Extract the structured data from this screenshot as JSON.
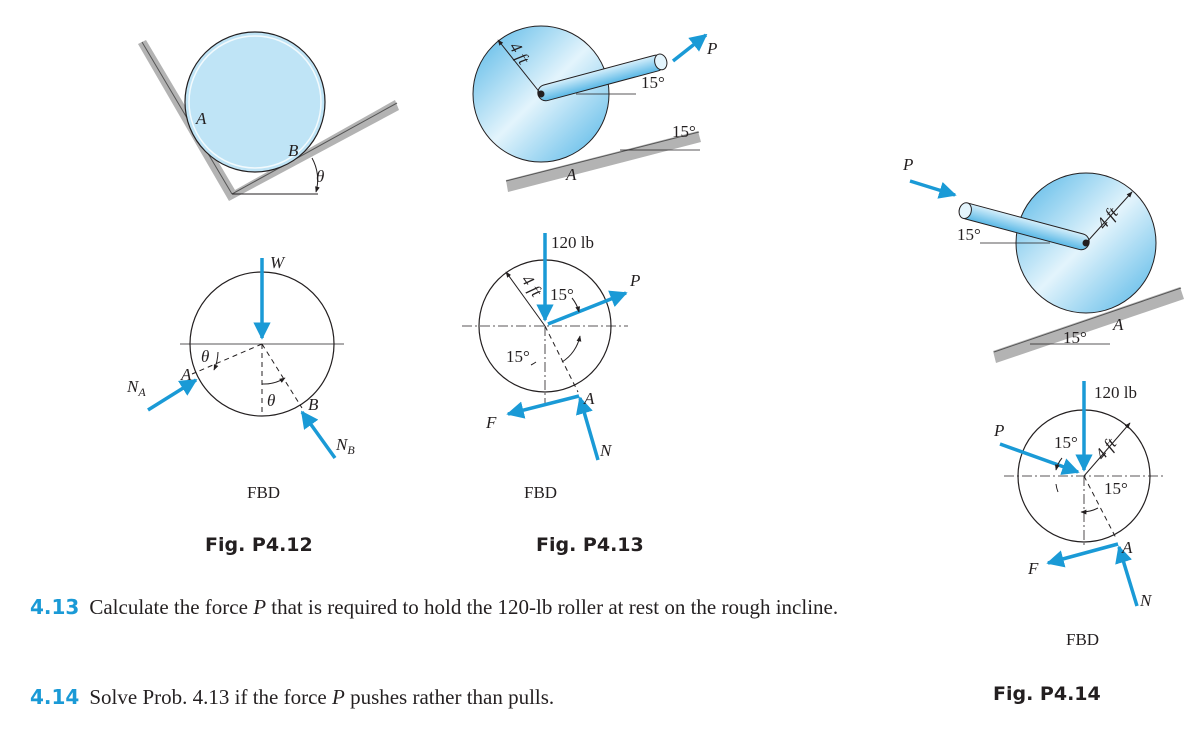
{
  "colors": {
    "accent": "#1a9ad6",
    "disk_light": "#bfe4f6",
    "disk_mid": "#7cc8ec",
    "ground": "#b3b3b3",
    "ink": "#231f20"
  },
  "fig412": {
    "caption": "Fig. P4.12",
    "fbd_label": "FBD",
    "labels": {
      "A_top": "A",
      "B_top": "B",
      "theta_top": "θ",
      "W": "W",
      "A_fbd": "A",
      "B_fbd": "B",
      "theta_1": "θ",
      "theta_2": "θ",
      "NA": "N",
      "NA_sub": "A",
      "NB": "N",
      "NB_sub": "B"
    }
  },
  "fig413": {
    "caption": "Fig. P4.13",
    "fbd_label": "FBD",
    "labels": {
      "dim_top": "4 ft",
      "P_top": "P",
      "ang1_top": "15°",
      "ang2_top": "15°",
      "A_top": "A",
      "weight": "120 lb",
      "dim_fbd": "4 ft",
      "ang_fbd_1": "15°",
      "P_fbd": "P",
      "ang_fbd_2": "15°",
      "A_fbd": "A",
      "F": "F",
      "N": "N"
    }
  },
  "fig414": {
    "caption": "Fig. P4.14",
    "fbd_label": "FBD",
    "labels": {
      "P_top": "P",
      "ang1_top": "15°",
      "dim_top": "4 ft",
      "ang2_top": "15°",
      "A_top": "A",
      "weight": "120 lb",
      "P_fbd": "P",
      "ang_fbd_1": "15°",
      "dim_fbd": "4 ft",
      "ang_fbd_2": "15°",
      "A_fbd": "A",
      "F": "F",
      "N": "N"
    }
  },
  "problems": [
    {
      "number": "4.13",
      "text_a": "Calculate the force ",
      "var": "P",
      "text_b": " that is required to hold the 120-lb roller at rest on the rough incline."
    },
    {
      "number": "4.14",
      "text_a": "Solve Prob. 4.13 if the force ",
      "var": "P",
      "text_b": " pushes rather than pulls."
    }
  ]
}
